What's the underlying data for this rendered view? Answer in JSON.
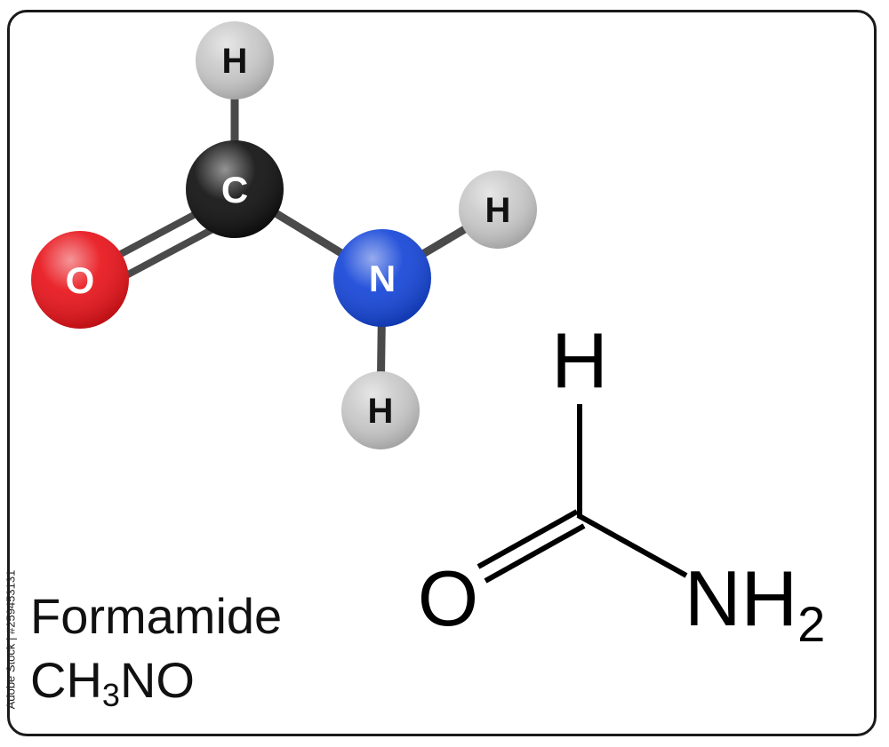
{
  "molecule": {
    "name": "Formamide",
    "formula": {
      "parts": [
        "C",
        "H",
        "3",
        "NO"
      ]
    }
  },
  "ball_model": {
    "atoms": [
      {
        "id": "h-top",
        "element": "H",
        "label": "H",
        "color": "#c9c9c9",
        "text_color": "#111111"
      },
      {
        "id": "c",
        "element": "C",
        "label": "C",
        "color": "#111111",
        "text_color": "#ffffff"
      },
      {
        "id": "o",
        "element": "O",
        "label": "O",
        "color": "#e8141b",
        "text_color": "#ffffff"
      },
      {
        "id": "n",
        "element": "N",
        "label": "N",
        "color": "#1646d8",
        "text_color": "#ffffff"
      },
      {
        "id": "h-n-right",
        "element": "H",
        "label": "H",
        "color": "#c9c9c9",
        "text_color": "#111111"
      },
      {
        "id": "h-n-bottom",
        "element": "H",
        "label": "H",
        "color": "#c9c9c9",
        "text_color": "#111111"
      }
    ],
    "bond_color": "#4a4a4a"
  },
  "structural_formula": {
    "top_atom": "H",
    "left_atom": "O",
    "right_group": {
      "main": "NH",
      "sub": "2"
    }
  },
  "watermark": {
    "text": "Adobe Stock | #259453131"
  }
}
